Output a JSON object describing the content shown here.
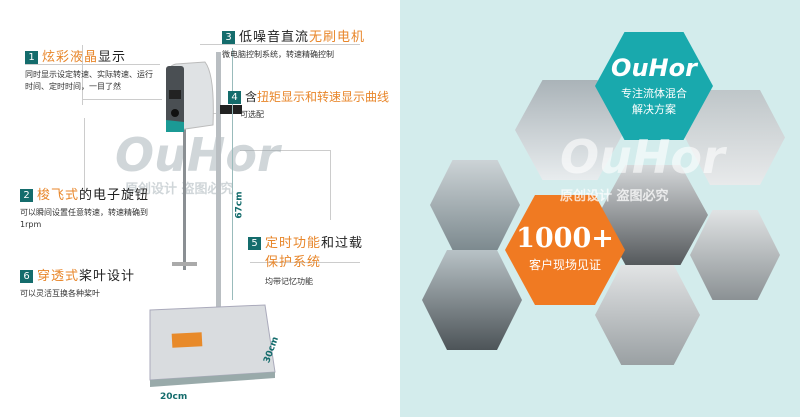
{
  "brand": "OuHor",
  "watermark": "原创设计 盗图必究",
  "features": [
    {
      "n": "1",
      "pre": "",
      "hl": "炫彩液晶",
      "post": "显示",
      "desc": "同时显示设定转速、实际转速、运行时间、定时时间，一目了然"
    },
    {
      "n": "2",
      "pre": "",
      "hl": "梭飞式",
      "post": "的电子旋钮",
      "desc": "可以瞬间设置任意转速，转速精确到1rpm"
    },
    {
      "n": "3",
      "pre": "低噪音直流",
      "hl": "无刷电机",
      "post": "",
      "desc": "微电脑控制系统，转速精确控制"
    },
    {
      "n": "4",
      "pre": "含",
      "hl": "扭矩显示和转速显示曲线",
      "post": "",
      "desc": "可选配"
    },
    {
      "n": "5",
      "pre": "",
      "hl": "定时功能",
      "post": "和过载",
      "hl2": "保护系统",
      "desc": "均带记忆功能"
    },
    {
      "n": "6",
      "pre": "",
      "hl": "穿透式",
      "post": "桨叶设计",
      "desc": "可以灵活互换各种桨叶"
    }
  ],
  "dims": {
    "height": "67cm",
    "width": "20cm",
    "depth": "30cm"
  },
  "right": {
    "slogan1": "专注流体混合",
    "slogan2": "解决方案",
    "count": "1000+",
    "count_label": "客户现场见证"
  },
  "colors": {
    "teal": "#19a9ad",
    "orange": "#f07a22",
    "dark_teal": "#146c6c",
    "accent": "#e8862a"
  }
}
